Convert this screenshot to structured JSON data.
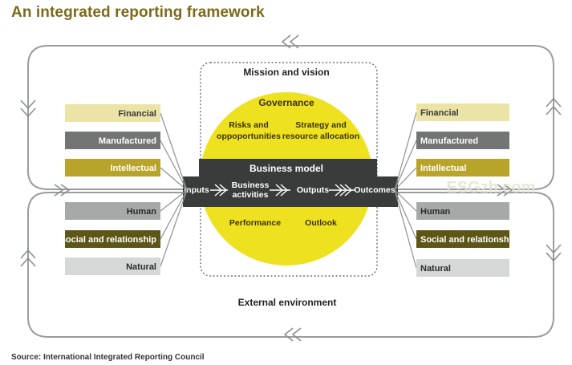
{
  "title": "An integrated reporting framework",
  "source": "Source: International Integrated Reporting Council",
  "colors": {
    "title": "#7a6a1a",
    "circle": "#eee11f",
    "dark_band": "#3a3c3c",
    "financial": "#ece3a6",
    "manufactured": "#737474",
    "intellectual": "#b8a42a",
    "human": "#a7a9a9",
    "social": "#5e5617",
    "natural": "#d6d7d7"
  },
  "capitals_left": [
    {
      "label": "Financial",
      "color": "#ece3a6",
      "text_color": "#3a3a3a"
    },
    {
      "label": "Manufactured",
      "color": "#737474",
      "text_color": "#ffffff"
    },
    {
      "label": "Intellectual",
      "color": "#b8a42a",
      "text_color": "#ffffff"
    },
    {
      "label": "Human",
      "color": "#a7a9a9",
      "text_color": "#2a2a2a"
    },
    {
      "label": "Social and relationship",
      "color": "#5e5617",
      "text_color": "#ffffff"
    },
    {
      "label": "Natural",
      "color": "#d6d7d7",
      "text_color": "#2a2a2a"
    }
  ],
  "capitals_right": [
    {
      "label": "Financial",
      "color": "#ece3a6",
      "text_color": "#3a3a3a"
    },
    {
      "label": "Manufactured",
      "color": "#737474",
      "text_color": "#ffffff"
    },
    {
      "label": "Intellectual",
      "color": "#b8a42a",
      "text_color": "#ffffff"
    },
    {
      "label": "Human",
      "color": "#a7a9a9",
      "text_color": "#2a2a2a"
    },
    {
      "label": "Social and relationship",
      "color": "#5e5617",
      "text_color": "#ffffff"
    },
    {
      "label": "Natural",
      "color": "#d6d7d7",
      "text_color": "#2a2a2a"
    }
  ],
  "center": {
    "mission": "Mission and vision",
    "governance": "Governance",
    "risks_line1": "Risks and",
    "risks_line2": "oppoportunities",
    "strategy_line1": "Strategy and",
    "strategy_line2": "resource allocation",
    "business_model": "Business model",
    "inputs": "Inputs",
    "activities_line1": "Business",
    "activities_line2": "activities",
    "outputs": "Outputs",
    "outcomes": "Outcomes",
    "performance": "Performance",
    "outlook": "Outlook"
  },
  "external": "External environment",
  "watermark": "ESGzh.com"
}
